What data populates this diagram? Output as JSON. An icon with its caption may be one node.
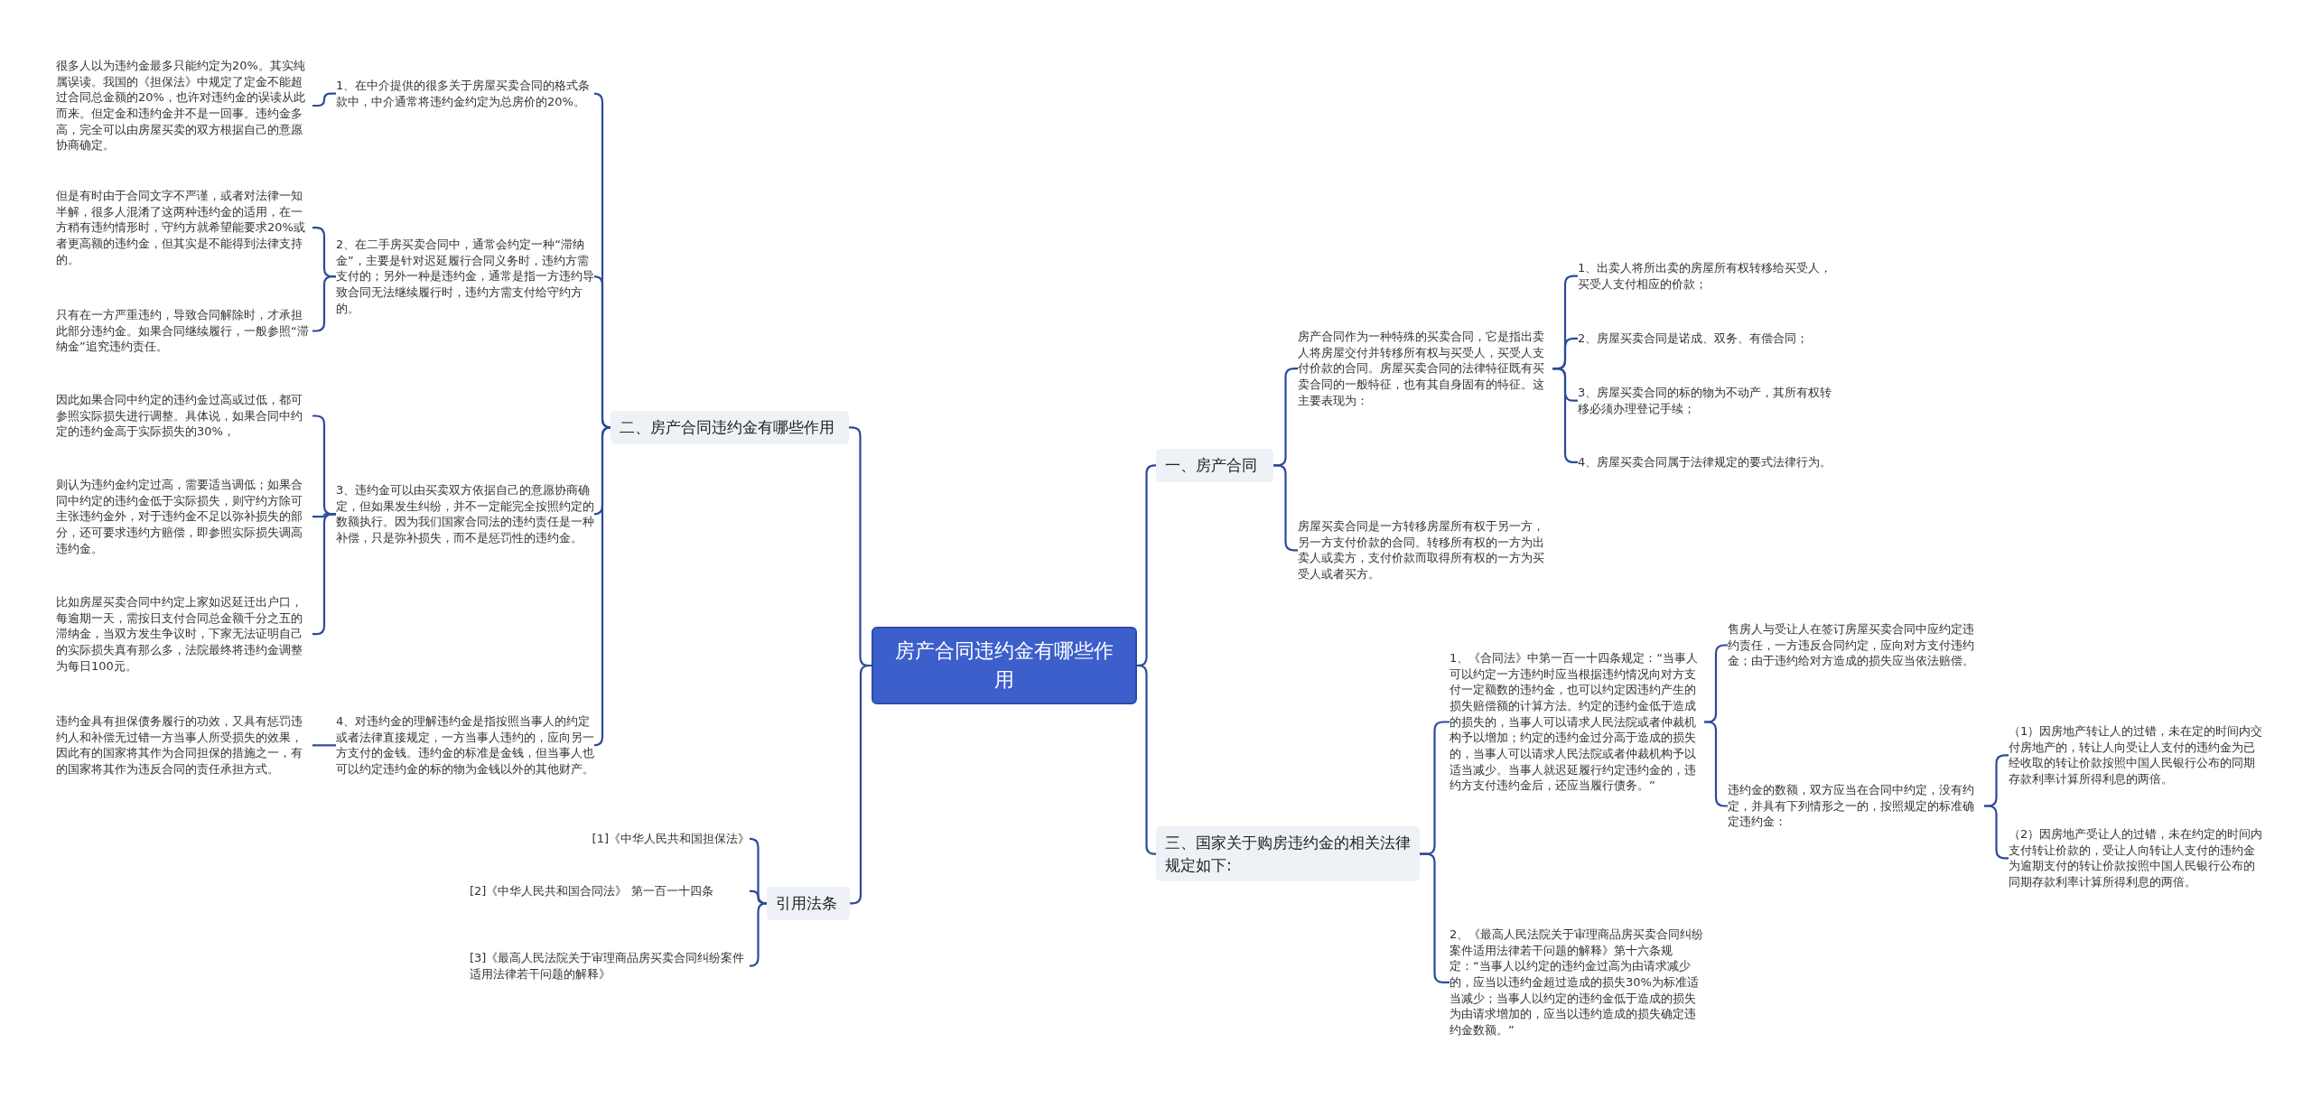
{
  "diagram": {
    "nodes": [
      {
        "text": [
          "房产合同违约金有哪些作用"
        ]
      },
      {
        "text": [
          "二、房产合同违约金有哪些作用"
        ]
      },
      {
        "text": [
          "1、在中介提供的很多关于房屋买卖合同的格式条款中，中介通常将违约金约定为总房价的20%。"
        ]
      },
      {
        "text": [
          "2、在二手房买卖合同中，通常会约定一种“滞纳金”，主要是针对迟延履行合同义务时，违约方需支付的；另外一种是违约金，通常是指一方违约导致合同无法继续履行时，违约方需支付给守约方的。"
        ]
      },
      {
        "text": [
          "3、违约金可以由买卖双方依据自己的意愿协商确定，但如果发生纠纷，并不一定能完全按照约定的数额执行。因为我们国家合同法的违约责任是一种补偿，只是弥补损失，而不是惩罚性的违约金。"
        ]
      },
      {
        "text": [
          "4、对违约金的理解违约金是指按照当事人的约定或者法律直接规定，一方当事人违约的，应向另一方支付的金钱。违约金的标准是金钱，但当事人也可以约定违约金的标的物为金钱以外的其他财产。"
        ]
      },
      {
        "text": [
          "很多人以为违约金最多只能约定为20%。其实纯属误读。我国的《担保法》中规定了定金不能超过合同总金额的20%，也许对违约金的误读从此而来。但定金和违约金并不是一回事。违约金多高，完全可以由房屋买卖的双方根据自己的意愿协商确定。"
        ]
      },
      {
        "text": [
          "但是有时由于合同文字不严谨，或者对法律一知半解，很多人混淆了这两种违约金的适用，在一方稍有违约情形时，守约方就希望能要求20%或者更高额的违约金，但其实是不能得到法律支持的。"
        ]
      },
      {
        "text": [
          "只有在一方严重违约，导致合同解除时，才承担此部分违约金。如果合同继续履行，一般参照“滞纳金”追究违约责任。"
        ]
      },
      {
        "text": [
          "因此如果合同中约定的违约金过高或过低，都可参照实际损失进行调整。具体说，如果合同中约定的违约金高于实际损失的30%，"
        ]
      },
      {
        "text": [
          "则认为违约金约定过高，需要适当调低；如果合同中约定的违约金低于实际损失，则守约方除可主张违约金外，对于违约金不足以弥补损失的部分，还可要求违约方赔偿，即参照实际损失调高违约金。"
        ]
      },
      {
        "text": [
          "比如房屋买卖合同中约定上家如迟延迁出户口，每逾期一天，需按日支付合同总金额千分之五的滞纳金，当双方发生争议时，下家无法证明自己的实际损失真有那么多，法院最终将违约金调整为每日100元。"
        ]
      },
      {
        "text": [
          "违约金具有担保债务履行的功效，又具有惩罚违约人和补偿无过错一方当事人所受损失的效果，因此有的国家将其作为合同担保的措施之一，有的国家将其作为违反合同的责任承担方式。"
        ]
      },
      {
        "text": [
          "引用法条"
        ]
      },
      {
        "text": [
          "[1]《中华人民共和国担保法》"
        ]
      },
      {
        "text": [
          "[2]《中华人民共和国合同法》 第一百一十四条"
        ]
      },
      {
        "text": [
          "[3]《最高人民法院关于审理商品房买卖合同纠纷案件适用法律若干问题的解释》"
        ]
      },
      {
        "text": [
          "一、房产合同"
        ]
      },
      {
        "text": [
          "房产合同作为一种特殊的买卖合同，它是指出卖人将房屋交付并转移所有权与买受人，买受人支付价款的合同。房屋买卖合同的法律特征既有买卖合同的一般特征，也有其自身固有的特征。这主要表现为："
        ]
      },
      {
        "text": [
          "1、出卖人将所出卖的房屋所有权转移给买受人，买受人支付相应的价款；"
        ]
      },
      {
        "text": [
          "2、房屋买卖合同是诺成、双务、有偿合同；"
        ]
      },
      {
        "text": [
          "3、房屋买卖合同的标的物为不动产，其所有权转移必须办理登记手续；"
        ]
      },
      {
        "text": [
          "4、房屋买卖合同属于法律规定的要式法律行为。"
        ]
      },
      {
        "text": [
          "房屋买卖合同是一方转移房屋所有权于另一方，另一方支付价款的合同。转移所有权的一方为出卖人或卖方，支付价款而取得所有权的一方为买受人或者买方。"
        ]
      },
      {
        "text": [
          "三、国家关于购房违约金的相关法律规定如下:"
        ]
      },
      {
        "text": [
          "1、《合同法》中第一百一十四条规定：“当事人可以约定一方违约时应当根据违约情况向对方支付一定额数的违约金，也可以约定因违约产生的损失赔偿额的计算方法。约定的违约金低于造成的损失的，当事人可以请求人民法院或者仲裁机构予以增加；约定的违约金过分高于造成的损失的，当事人可以请求人民法院或者仲裁机构予以适当减少。当事人就迟延履行约定违约金的，违约方支付违约金后，还应当履行债务。”"
        ]
      },
      {
        "text": [
          "售房人与受让人在签订房屋买卖合同中应约定违约责任，一方违反合同约定，应向对方支付违约金；由于违约给对方造成的损失应当依法赔偿。"
        ]
      },
      {
        "text": [
          "违约金的数额，双方应当在合同中约定，没有约定，并具有下列情形之一的，按照规定的标准确定违约金："
        ]
      },
      {
        "text": [
          "（1）因房地产转让人的过错，未在定的时间内交付房地产的，转让人向受让人支付的违约金为已经收取的转让价款按照中国人民银行公布的同期存款利率计算所得利息的两倍。"
        ]
      },
      {
        "text": [
          "（2）因房地产受让人的过错，未在约定的时间内支付转让价款的，受让人向转让人支付的违约金为逾期支付的转让价款按照中国人民银行公布的同期存款利率计算所得利息的两倍。"
        ]
      },
      {
        "text": [
          "2、《最高人民法院关于审理商品房买卖合同纠纷案件适用法律若干问题的解释》第十六条规定：“当事人以约定的违约金过高为由请求减少的，应当以违约金超过造成的损失30%为标准适当减少；当事人以约定的违约金低于造成的损失为由请求增加的，应当以违约造成的损失确定违约金数额。”"
        ]
      }
    ],
    "edges": [
      {
        "from": 0,
        "to": 1,
        "arrow": "none"
      },
      {
        "from": 1,
        "to": 2,
        "arrow": "none"
      },
      {
        "from": 1,
        "to": 3,
        "arrow": "none"
      },
      {
        "from": 1,
        "to": 4,
        "arrow": "none"
      },
      {
        "from": 1,
        "to": 5,
        "arrow": "none"
      },
      {
        "from": 2,
        "to": 6,
        "arrow": "none"
      },
      {
        "from": 3,
        "to": 7,
        "arrow": "none"
      },
      {
        "from": 3,
        "to": 8,
        "arrow": "none"
      },
      {
        "from": 4,
        "to": 9,
        "arrow": "none"
      },
      {
        "from": 4,
        "to": 10,
        "arrow": "none"
      },
      {
        "from": 4,
        "to": 11,
        "arrow": "none"
      },
      {
        "from": 5,
        "to": 12,
        "arrow": "none"
      },
      {
        "from": 0,
        "to": 13,
        "arrow": "none"
      },
      {
        "from": 13,
        "to": 14,
        "arrow": "none"
      },
      {
        "from": 13,
        "to": 15,
        "arrow": "none"
      },
      {
        "from": 13,
        "to": 16,
        "arrow": "none"
      },
      {
        "from": 0,
        "to": 17,
        "arrow": "none"
      },
      {
        "from": 17,
        "to": 18,
        "arrow": "none"
      },
      {
        "from": 18,
        "to": 19,
        "arrow": "none"
      },
      {
        "from": 18,
        "to": 20,
        "arrow": "none"
      },
      {
        "from": 18,
        "to": 21,
        "arrow": "none"
      },
      {
        "from": 18,
        "to": 22,
        "arrow": "none"
      },
      {
        "from": 17,
        "to": 23,
        "arrow": "none"
      },
      {
        "from": 0,
        "to": 24,
        "arrow": "none"
      },
      {
        "from": 24,
        "to": 25,
        "arrow": "none"
      },
      {
        "from": 25,
        "to": 26,
        "arrow": "none"
      },
      {
        "from": 25,
        "to": 27,
        "arrow": "none"
      },
      {
        "from": 27,
        "to": 28,
        "arrow": "none"
      },
      {
        "from": 27,
        "to": 29,
        "arrow": "none"
      },
      {
        "from": 24,
        "to": 30,
        "arrow": "none"
      }
    ]
  }
}
